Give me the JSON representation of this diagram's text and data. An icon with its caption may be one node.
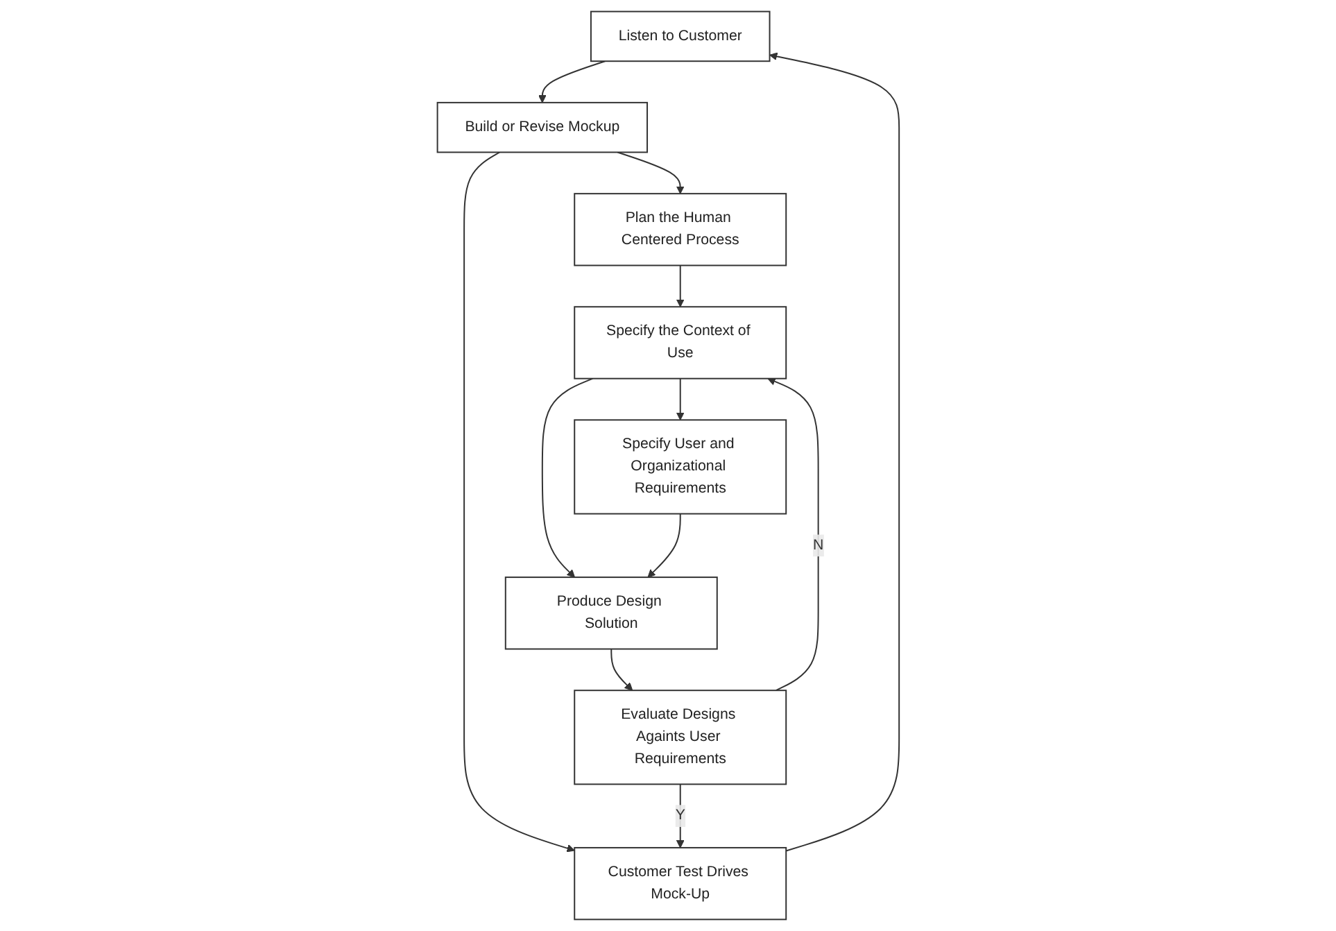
{
  "diagram": {
    "nodes": [
      {
        "text": [
          "Listen to Customer"
        ]
      },
      {
        "text": [
          "Build or Revise Mockup"
        ]
      },
      {
        "text": [
          "Plan the Human Centered Process"
        ]
      },
      {
        "text": [
          "Customer Test Drives Mock-Up"
        ]
      },
      {
        "text": [
          "Specify the Context of Use"
        ]
      },
      {
        "text": [
          "Specify User and Organizational Requirements"
        ]
      },
      {
        "text": [
          "Evaluate Designs Againts User Requirements"
        ]
      },
      {
        "text": [
          "Produce Design Solution"
        ]
      }
    ],
    "edges": [
      {
        "from": 0,
        "to": 1,
        "arrow": "to"
      },
      {
        "from": 1,
        "to": 2,
        "arrow": "to"
      },
      {
        "from": 1,
        "to": 3,
        "arrow": "to"
      },
      {
        "from": 3,
        "to": 0,
        "arrow": "to"
      },
      {
        "from": 2,
        "to": 4,
        "arrow": "to"
      },
      {
        "from": 4,
        "to": 5,
        "arrow": "to"
      },
      {
        "from": 4,
        "to": 7,
        "arrow": "to"
      },
      {
        "from": 5,
        "to": 7,
        "arrow": "to"
      },
      {
        "from": 7,
        "to": 6,
        "arrow": "to"
      },
      {
        "from": 6,
        "to": 3,
        "label": "Y",
        "arrow": "to"
      },
      {
        "from": 6,
        "to": 4,
        "label": "N",
        "arrow": "to"
      }
    ]
  }
}
